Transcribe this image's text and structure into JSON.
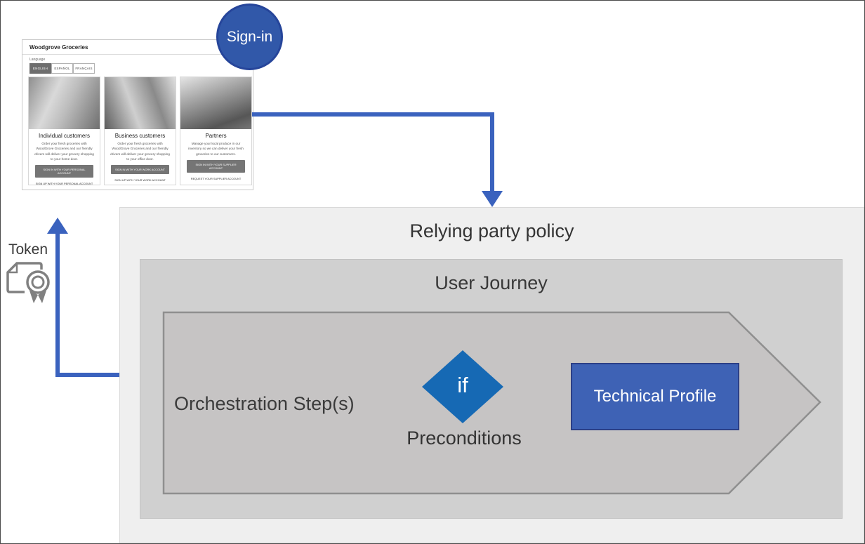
{
  "signin_badge": {
    "label": "Sign-in"
  },
  "token": {
    "label": "Token",
    "icon": "certificate-icon"
  },
  "website": {
    "title": "Woodgrove Groceries",
    "language_label": "Language",
    "languages": [
      {
        "label": "ENGLISH",
        "selected": true
      },
      {
        "label": "ESPAÑOL",
        "selected": false
      },
      {
        "label": "FRANÇAIS",
        "selected": false
      }
    ],
    "cards": [
      {
        "title": "Individual customers",
        "body": "Order your fresh groceries with WoodGrove Groceries and our friendly drivers will deliver your grocery shopping to your home door.",
        "signin_button": "SIGN IN WITH YOUR PERSONAL ACCOUNT",
        "signup_link": "SIGN UP WITH YOUR PERSONAL ACCOUNT"
      },
      {
        "title": "Business customers",
        "body": "Order your fresh groceries with WoodGrove Groceries and our friendly drivers will deliver your grocery shopping to your office door.",
        "signin_button": "SIGN IN WITH YOUR WORK ACCOUNT",
        "signup_link": "SIGN UP WITH YOUR WORK ACCOUNT"
      },
      {
        "title": "Partners",
        "body": "Manage your local produce in our inventory so we can deliver your fresh groceries to our customers.",
        "signin_button": "SIGN IN WITH YOUR SUPPLIER ACCOUNT",
        "signup_link": "REQUEST YOUR SUPPLIER ACCOUNT"
      }
    ]
  },
  "diagram": {
    "relying_party_title": "Relying party policy",
    "user_journey_title": "User Journey",
    "orchestration_label": "Orchestration Step(s)",
    "if_label": "if",
    "preconditions_label": "Preconditions",
    "technical_profile_label": "Technical Profile"
  },
  "colors": {
    "arrow_blue": "#3A62BE",
    "signin_fill": "#3158A9",
    "signin_border": "#26459A",
    "if_diamond_blue": "#1669B4",
    "technical_profile_fill": "#3E62B5",
    "technical_profile_border": "#2B3F87",
    "relying_box_fill": "#EFEFEF",
    "user_journey_fill": "#D0D0D0",
    "orchestration_fill": "#C6C4C4",
    "icon_gray": "#808080"
  }
}
